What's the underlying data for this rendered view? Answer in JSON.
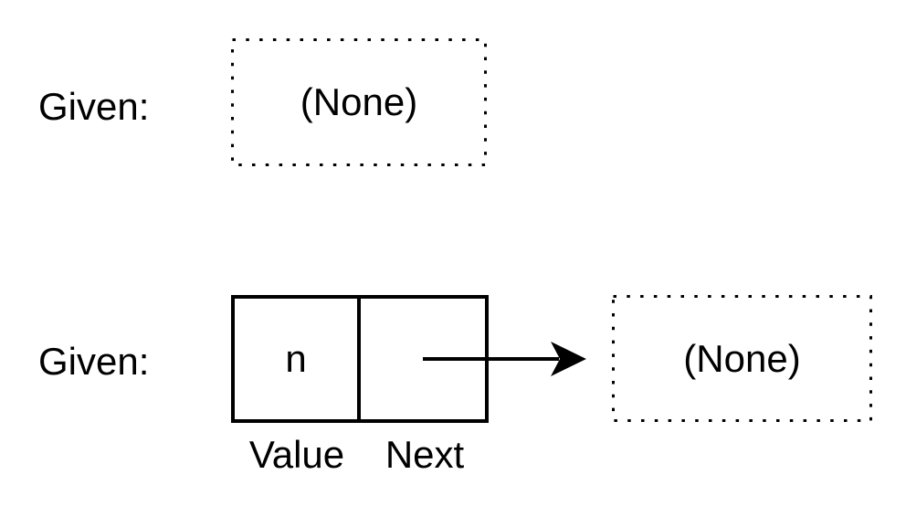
{
  "colors": {
    "ink": "#000000",
    "background": "#ffffff"
  },
  "row1": {
    "given_label": "Given:",
    "none_box": {
      "text": "(None)"
    }
  },
  "row2": {
    "given_label": "Given:",
    "node": {
      "value": "n",
      "value_caption": "Value",
      "next_caption": "Next"
    },
    "none_box": {
      "text": "(None)"
    }
  }
}
